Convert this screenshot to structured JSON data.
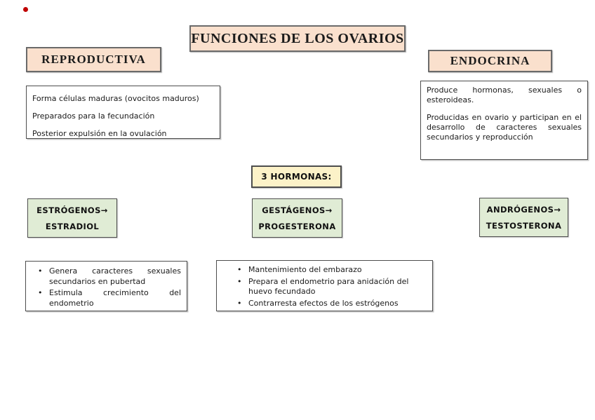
{
  "title": "FUNCIONES DE LOS OVARIOS",
  "reproductive": {
    "header": "REPRODUCTIVA",
    "lines": [
      "Forma células maduras (ovocitos maduros)",
      "Preparados para la fecundación",
      "Posterior expulsión en la ovulación"
    ]
  },
  "endocrine": {
    "header": "ENDOCRINA",
    "paragraphs": [
      "Produce hormonas, sexuales o esteroideas.",
      "Producidas en ovario y participan en el desarrollo de caracteres sexuales secundarios y reproducción"
    ]
  },
  "hormones": {
    "label": "3 HORMONAS:",
    "estrogens": {
      "name": "ESTRÓGENOS→",
      "product": "ESTRADIOL"
    },
    "gestagens": {
      "name": "GESTÁGENOS→",
      "product": "PROGESTERONA"
    },
    "androgens": {
      "name": "ANDRÓGENOS→",
      "product": "TESTOSTERONA"
    },
    "estrogen_effects": [
      "Genera caracteres sexuales secundarios en pubertad",
      "Estimula crecimiento del endometrio"
    ],
    "gestagen_effects": [
      "Mantenimiento del embarazo",
      "Prepara el endometrio para anidación del huevo fecundado",
      "Contrarresta efectos de los estrógenos"
    ]
  },
  "colors": {
    "peach": "#FAE0CD",
    "yellow": "#FCF2C8",
    "green": "#E0ECD5",
    "border": "#4D4D4D",
    "marker_red": "#C00000"
  }
}
